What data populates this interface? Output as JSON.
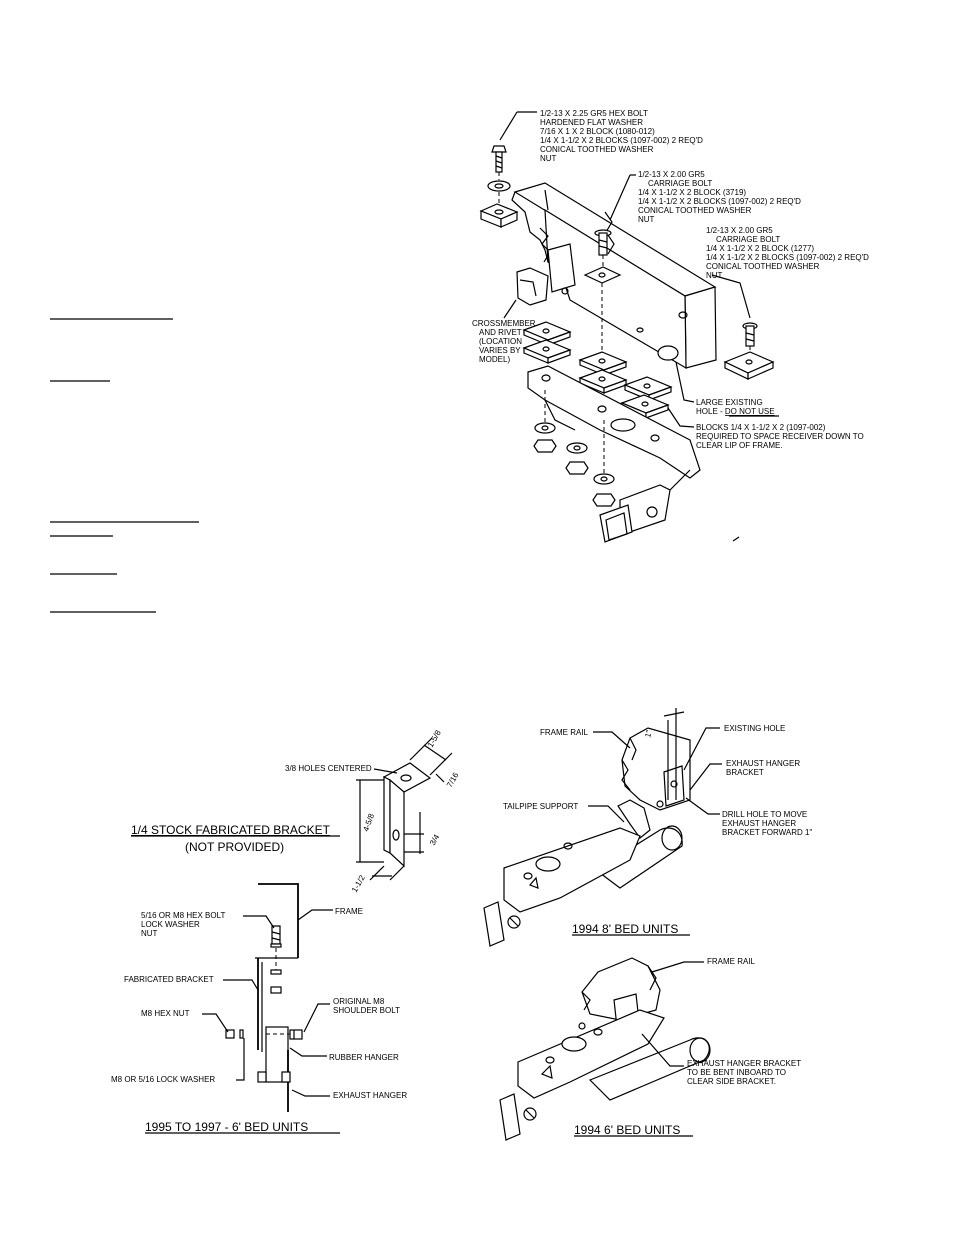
{
  "main_assembly": {
    "callout_1": [
      "1/2-13 X 2.25 GR5 HEX BOLT",
      "HARDENED FLAT WASHER",
      "7/16 X 1 X 2 BLOCK (1080-012)",
      "1/4 X 1-1/2 X 2 BLOCKS (1097-002) 2 REQ'D",
      "CONICAL TOOTHED WASHER",
      "NUT"
    ],
    "callout_2": [
      "1/2-13 X 2.00 GR5",
      "CARRIAGE BOLT",
      "1/4 X 1-1/2 X 2 BLOCK (3719)",
      "1/4 X 1-1/2 X 2 BLOCKS (1097-002) 2 REQ'D",
      "CONICAL TOOTHED WASHER",
      "NUT"
    ],
    "callout_3": [
      "1/2-13 X 2.00 GR5",
      "CARRIAGE BOLT",
      "1/4 X 1-1/2 X 2 BLOCK (1277)",
      "1/4 X 1-1/2 X 2 BLOCKS (1097-002) 2 REQ'D",
      "CONICAL TOOTHED WASHER",
      "NUT"
    ],
    "crossmember": [
      "CROSSMEMBER",
      "AND RIVET",
      "(LOCATION",
      "VARIES BY",
      "MODEL)"
    ],
    "large_hole": [
      "LARGE EXISTING",
      "HOLE - ",
      "DO NOT USE"
    ],
    "blocks_note": [
      "BLOCKS 1/4 X 1-1/2 X 2 (1097-002)",
      "REQUIRED TO SPACE RECEIVER DOWN TO",
      "CLEAR LIP OF FRAME."
    ]
  },
  "bracket_detail": {
    "title": "1/4 STOCK FABRICATED BRACKET",
    "subtitle": "(NOT PROVIDED)",
    "holes_label": "3/8 HOLES CENTERED",
    "dim_width": "1-5/8",
    "dim_depth": "7/16",
    "dim_height": "4-5/8",
    "dim_hole": "3/4",
    "dim_base": "1-1/2"
  },
  "detail_1995": {
    "title": "1995 TO 1997 - 6' BED UNITS",
    "bolt_label": [
      "5/16 OR M8 HEX BOLT",
      "LOCK WASHER",
      "NUT"
    ],
    "frame": "FRAME",
    "fab_bracket": "FABRICATED BRACKET",
    "m8_nut": "M8 HEX NUT",
    "shoulder_bolt": [
      "ORIGINAL M8",
      "SHOULDER BOLT"
    ],
    "rubber_hanger": "RUBBER HANGER",
    "lock_washer": "M8 OR 5/16 LOCK WASHER",
    "exhaust_hanger": "EXHAUST HANGER"
  },
  "detail_1994_8": {
    "title": "1994 8' BED UNITS",
    "frame_rail": "FRAME RAIL",
    "dim": "1\"",
    "existing_hole": "EXISTING HOLE",
    "exhaust_bracket": [
      "EXHAUST HANGER",
      "BRACKET"
    ],
    "tailpipe": "TAILPIPE SUPPORT",
    "drill_note": [
      "DRILL HOLE TO MOVE",
      "EXHAUST HANGER",
      "BRACKET FORWARD 1\""
    ]
  },
  "detail_1994_6": {
    "title": "1994 6' BED UNITS",
    "frame_rail": "FRAME RAIL",
    "bracket_note": [
      "EXHAUST HANGER BRACKET",
      "TO BE BENT INBOARD TO",
      "CLEAR SIDE BRACKET."
    ]
  }
}
